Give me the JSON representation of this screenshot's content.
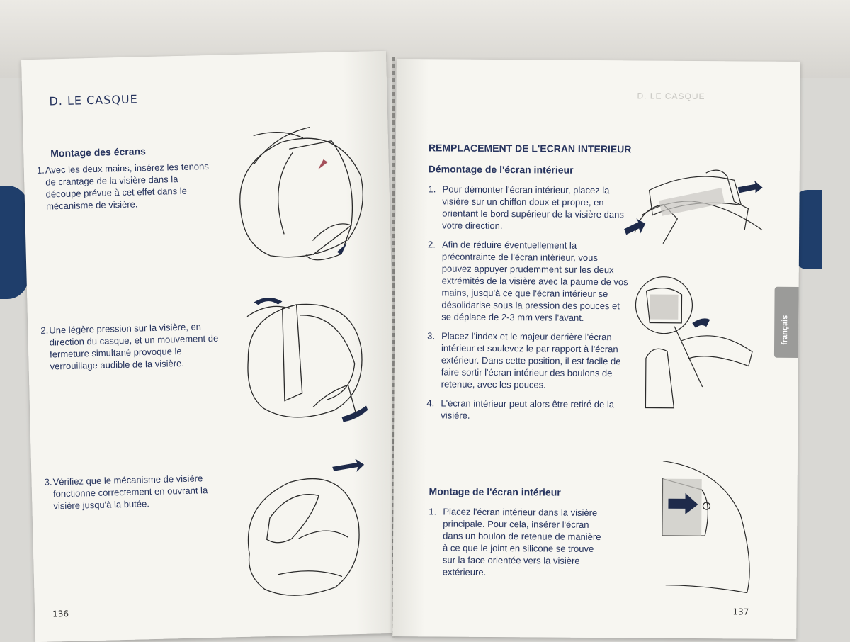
{
  "left_page": {
    "section_title": "D. LE CASQUE",
    "heading": "Montage des écrans",
    "steps": [
      {
        "num": "1.",
        "text": "Avec les deux mains, insérez les tenons de crantage de la visière dans la découpe prévue à cet effet dans le mécanisme de visière."
      },
      {
        "num": "2.",
        "text": "Une légère pression sur la visière, en direction du casque, et un mouvement de fermeture simultané provoque le verrouillage audible de la visière."
      },
      {
        "num": "3.",
        "text": "Vérifiez que le mécanisme de visière fonctionne correctement en ouvrant la visière jusqu'à la butée."
      }
    ],
    "page_number": "136"
  },
  "right_page": {
    "ghost_header": "D. LE CASQUE",
    "main_heading": "REMPLACEMENT DE L'ECRAN INTERIEUR",
    "sub_heading_1": "Démontage de l'écran intérieur",
    "demontage_steps": [
      {
        "num": "1.",
        "text": "Pour démonter l'écran intérieur, placez la visière sur un chiffon doux et propre, en orientant le bord supérieur de la visière dans votre direction."
      },
      {
        "num": "2.",
        "text": "Afin de réduire éventuellement la précontrainte de l'écran intérieur, vous pouvez appuyer prudemment sur les deux extrémités de la visière avec la paume de vos mains, jusqu'à ce que l'écran intérieur se désolidarise sous la pression des pouces et se déplace de 2-3 mm vers l'avant."
      },
      {
        "num": "3.",
        "text": "Placez l'index et le majeur derrière l'écran intérieur et soulevez le par rapport à l'écran extérieur. Dans cette position, il est facile de faire sortir l'écran intérieur des boulons de retenue, avec les pouces."
      },
      {
        "num": "4.",
        "text": "L'écran intérieur peut alors être retiré de la visière."
      }
    ],
    "sub_heading_2": "Montage de l'écran intérieur",
    "montage_steps": [
      {
        "num": "1.",
        "text": "Placez l'écran intérieur dans la visière principale. Pour cela, insérer l'écran dans un boulon de retenue de manière à ce que le joint en silicone se trouve sur la face orientée vers la visière extérieure."
      }
    ],
    "tab_label": "français",
    "page_number": "137"
  },
  "colors": {
    "ink": "#27345e",
    "tab": "#9b9b99",
    "paper": "#f7f6f1"
  }
}
